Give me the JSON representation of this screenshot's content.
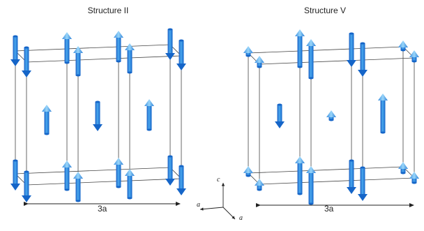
{
  "panels": {
    "left": {
      "title": "Structure II",
      "dimension": "3a"
    },
    "right": {
      "title": "Structure V",
      "dimension": "3a"
    }
  },
  "axes": {
    "c": "c",
    "a_horizontal": "a",
    "a_diagonal": "a"
  },
  "colors": {
    "arrow_dark": "#1565c8",
    "arrow_light": "#4aa8ee",
    "arrow_head": "#8fd0f7",
    "frame": "#333333"
  }
}
